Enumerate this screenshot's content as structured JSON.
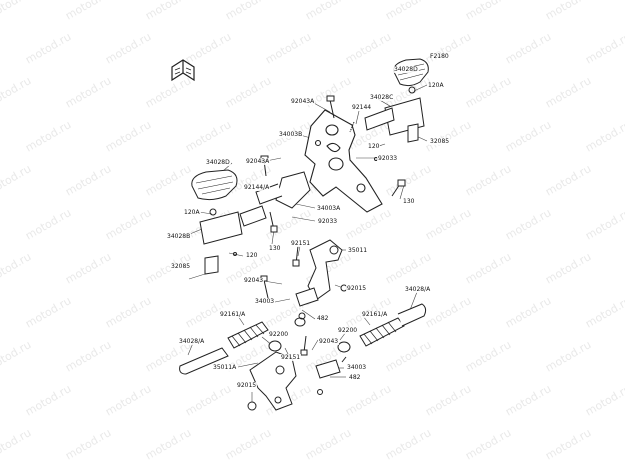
{
  "diagram": {
    "code": "F2180",
    "watermark_text": "motod.ru",
    "labels": [
      {
        "id": "lbl-34028d-top",
        "text": "34028D"
      },
      {
        "id": "lbl-120a-top",
        "text": "120A"
      },
      {
        "id": "lbl-92043a-top",
        "text": "92043A"
      },
      {
        "id": "lbl-92144-top",
        "text": "92144"
      },
      {
        "id": "lbl-34028c-top",
        "text": "34028C"
      },
      {
        "id": "lbl-34003b",
        "text": "34003B"
      },
      {
        "id": "lbl-120-top",
        "text": "120"
      },
      {
        "id": "lbl-92033-top",
        "text": "92033"
      },
      {
        "id": "lbl-32085-top",
        "text": "32085"
      },
      {
        "id": "lbl-34028d-left",
        "text": "34028D"
      },
      {
        "id": "lbl-92043a-mid",
        "text": "92043A"
      },
      {
        "id": "lbl-92144a",
        "text": "92144/A"
      },
      {
        "id": "lbl-130-right",
        "text": "130"
      },
      {
        "id": "lbl-34003a",
        "text": "34003A"
      },
      {
        "id": "lbl-92033-mid",
        "text": "92033"
      },
      {
        "id": "lbl-120a-left",
        "text": "120A"
      },
      {
        "id": "lbl-34028b",
        "text": "34028B"
      },
      {
        "id": "lbl-130-mid",
        "text": "130"
      },
      {
        "id": "lbl-120-left",
        "text": "120"
      },
      {
        "id": "lbl-32085-left",
        "text": "32085"
      },
      {
        "id": "lbl-92151-top",
        "text": "92151"
      },
      {
        "id": "lbl-35011",
        "text": "35011"
      },
      {
        "id": "lbl-92043-left",
        "text": "92043"
      },
      {
        "id": "lbl-92015-right",
        "text": "92015"
      },
      {
        "id": "lbl-34003-mid",
        "text": "34003"
      },
      {
        "id": "lbl-482-mid",
        "text": "482"
      },
      {
        "id": "lbl-34028a-right",
        "text": "34028/A"
      },
      {
        "id": "lbl-92161a-left",
        "text": "92161/A"
      },
      {
        "id": "lbl-92200-left",
        "text": "92200"
      },
      {
        "id": "lbl-92200-right",
        "text": "92200"
      },
      {
        "id": "lbl-92161a-right",
        "text": "92161/A"
      },
      {
        "id": "lbl-34028a-left",
        "text": "34028/A"
      },
      {
        "id": "lbl-92043-low",
        "text": "92043"
      },
      {
        "id": "lbl-92151-low",
        "text": "92151"
      },
      {
        "id": "lbl-35011a",
        "text": "35011A"
      },
      {
        "id": "lbl-34003-low",
        "text": "34003"
      },
      {
        "id": "lbl-92015-low",
        "text": "92015"
      },
      {
        "id": "lbl-482-low",
        "text": "482"
      }
    ]
  }
}
